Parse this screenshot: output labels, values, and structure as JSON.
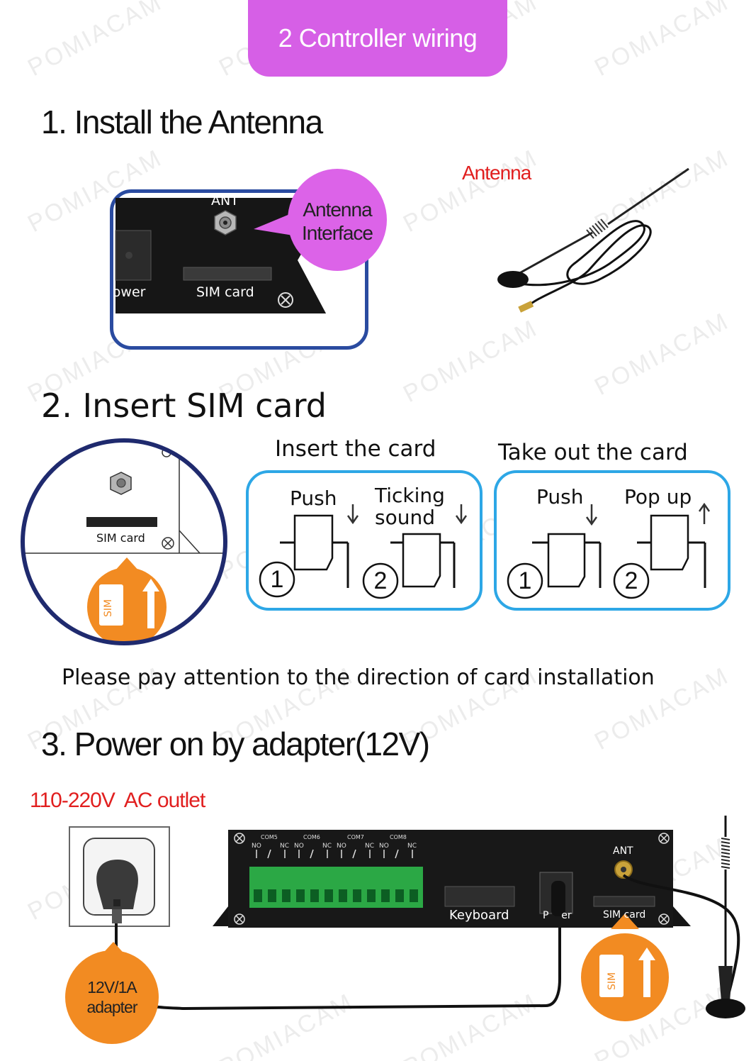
{
  "header": {
    "title": "2 Controller wiring"
  },
  "watermark": {
    "text": "POMIACAM"
  },
  "section1": {
    "title": "1. Install the Antenna",
    "ant_label": "ANT",
    "power_label": "Power",
    "sim_label": "SIM card",
    "callout_line1": "Antenna",
    "callout_line2": "Interface",
    "antenna_label": "Antenna"
  },
  "section2": {
    "title": "2. Insert SIM card",
    "circle_sim_label": "SIM card",
    "sim_badge": "SIM",
    "insert_heading": "Insert the card",
    "takeout_heading": "Take out the card",
    "insert_steps": [
      {
        "text": "Push",
        "number": "1"
      },
      {
        "text_line1": "Ticking",
        "text_line2": "sound",
        "number": "2"
      }
    ],
    "takeout_steps": [
      {
        "text": "Push",
        "number": "1"
      },
      {
        "text": "Pop up",
        "number": "2"
      }
    ],
    "note": "Please pay attention to the direction of card installation"
  },
  "section3": {
    "title": "3. Power on by adapter(12V)",
    "outlet_label": "110-220V  AC outlet",
    "adapter_line1": "12V/1A",
    "adapter_line2": "adapter",
    "com_labels": [
      "COM5",
      "COM6",
      "COM7",
      "COM8"
    ],
    "nc_no": [
      "NO",
      "NC"
    ],
    "keyboard_label": "Keyboard",
    "power_label": "P    er",
    "sim_label": "SIM card",
    "ant_label": "ANT",
    "sim_badge": "SIM"
  }
}
